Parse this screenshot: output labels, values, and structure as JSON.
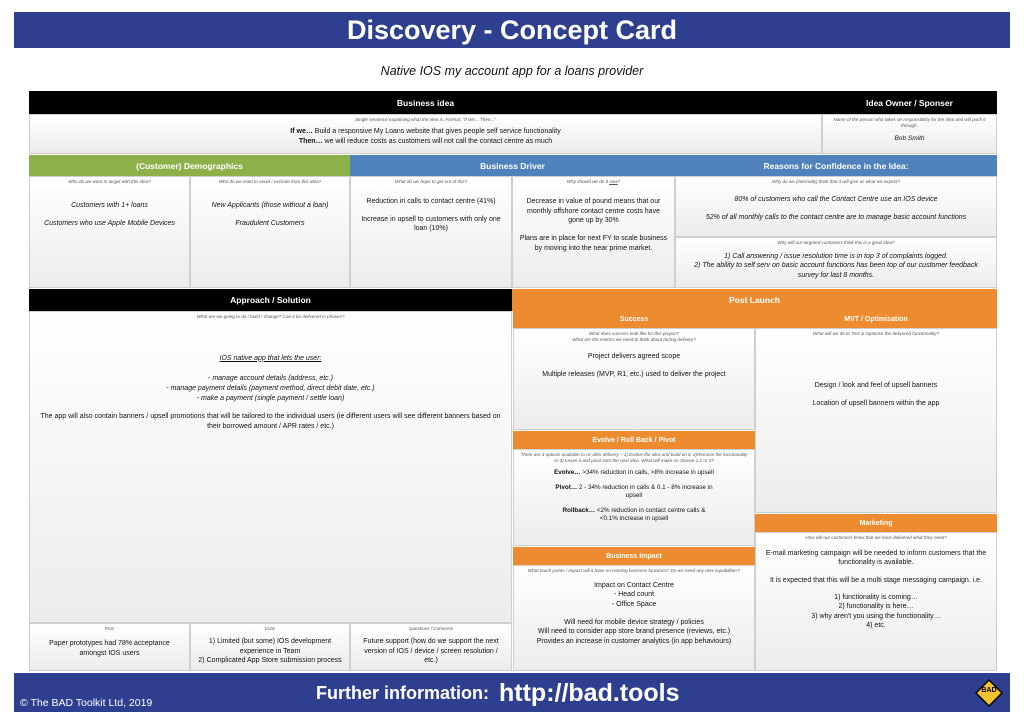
{
  "header": {
    "title": "Discovery - Concept Card"
  },
  "subtitle": "Native IOS my account app for a loans provider",
  "business_idea": {
    "label": "Business idea",
    "hint": "Single sentence explaining what the idea is.  Format:  \"If We... Then...\"",
    "if_lead": "If we…",
    "if_text": " Build a responsive My Loans website that gives people self service functionality",
    "then_lead": "Then…",
    "then_text": " we will reduce costs as customers will not call the contact centre as much"
  },
  "idea_owner": {
    "label": "Idea Owner / Sponser",
    "hint": "Name of the person who takes on responsibility for the idea and will push it through.",
    "name": "Bob Smith"
  },
  "demographics": {
    "label": "(Customer) Demographics",
    "target_hint": "Who do we want to target with this idea?",
    "target_items": [
      "Customers with 1+ loans",
      "Customers who use Apple Mobile Devices"
    ],
    "avoid_hint": "Who do we want to avoid / exclude from this idea?",
    "avoid_items": [
      "New Applicants (those without a loan)",
      "Fraudulent Customers"
    ]
  },
  "business_driver": {
    "label": "Business Driver",
    "hope_hint": "What do we hope to get out of this?",
    "hope_items": [
      "Reduction in calls to contact centre (41%)",
      "Increase in upsell to customers with only one loan (10%)"
    ],
    "why_hint_pre": "Why should we do it ",
    "why_hint_now": "now",
    "why_hint_post": "?",
    "why_items": [
      "Decrease in value of pound means that our monthly offshore contact centre costs have gone up by 30%",
      "Plans are in place for next FY to scale business by moving into the near prime market."
    ]
  },
  "confidence": {
    "label": "Reasons for Confidence in the Idea:",
    "hint1": "Why do we (internally) think that it will give us what we expect?",
    "items1": [
      "80% of customers who call the Contact Centre use an IOS device",
      "52% of all monthly calls to the contact centre are to manage basic account functions"
    ],
    "hint2": "Why will our targeted customers think this is a good idea?",
    "item2a": "1) Call answering / issue resolution time is in top 3 of complaints logged.",
    "item2b": "2) The ability to self serv on basic account functions has been top of our customer feedback survey for last 8 months."
  },
  "approach": {
    "label": "Approach / Solution",
    "hint": "What are we going to do / build / change? Can it be delivered in phases?",
    "heading": "IOS native app that lets the user:",
    "bullets": [
      "- manage account details (address, etc.)",
      "- manage payment details (payment method, direct debit date, etc.)",
      "- make a payment (single payment / settle loan)"
    ],
    "note": "The app will also contain banners / upsell promotions that will be tailored to the individual users (ie different users will see different banners based on their borrowed amount / APR rates / etc.)",
    "pros_label": "Pros",
    "pros_text": "Paper prototypes had 78% acceptance amongst IOS users",
    "cons_label": "Cons",
    "cons_items": [
      "1) Limited (but some) IOS development experience in Team",
      "2) Complicated App Store submission process"
    ],
    "questions_label": "Questions / Concerns",
    "questions_text": "Future support (how do we support the next version of IOS / device / screen resolution / etc.)"
  },
  "post_launch": {
    "label": "Post Launch",
    "success": {
      "label": "Success",
      "hint1": "What does success look like for this project?",
      "hint2": "What are the metrics we need to think about during delivery?",
      "items": [
        "Project delivers agreed scope",
        "Multiple releases (MVP, R1, etc.) used to deliver the project"
      ]
    },
    "mvt": {
      "label": "MVT / Optimisation",
      "hint": "What will we do to Test & Optimise the delivered functionality?",
      "items": [
        "Design / look and feel of upsell banners",
        "Location of upsell banners within the app"
      ]
    },
    "evolve": {
      "label": "Evolve / Roll Back / Pivot",
      "hint": "There are 3 options available to us after delivery – 1) Evolve the idea and build on it, 2)Remove the functionality or 3) Leave it and pivot onto the next idea. What will make us choose 1,2 or 3?",
      "evolve_lead": "Evolve…",
      "evolve_text": " >34% reduction in calls, >8% increase in upsell",
      "pivot_lead": "Pivot…",
      "pivot_text": " 2 - 34% reduction in calls & 0.1 - 8% increase in upsell",
      "rollback_lead": "Rollback…",
      "rollback_text": " <2% reduction in contact centre calls & <0.1% increase in upsell"
    },
    "marketing": {
      "label": "Marketing",
      "hint": "How will our customers know that we have delivered what they need?",
      "p1": "E-mail marketing campaign will be needed to inform customers that the functionality is available.",
      "p2": "It is expected that this will be a multi stage messaging campaign. i.e.",
      "list": [
        "1) functionality is coming…",
        "2) functionality is here…",
        "3) why aren't you using the functionality…",
        "4) etc."
      ]
    },
    "impact": {
      "label": "Business Impact",
      "hint": "What touch points / impact will it have on existing business functions? Do we need any new capabilities?",
      "heading": "Impact on Contact Centre",
      "sub": [
        "- Head count",
        "- Office Space"
      ],
      "items": [
        "Will need for mobile device strategy / policies",
        "Will need to consider app store brand presence (reviews, etc.)",
        "Provides an increase in customer analytics (in app behaviours)"
      ]
    }
  },
  "footer": {
    "copyright": "© The BAD Toolkit Ltd, 2019",
    "further_label": "Further information:",
    "url": "http://bad.tools",
    "badge": "BAD"
  },
  "colors": {
    "header": "#2f3f8f",
    "green": "#8eb04a",
    "blue": "#4f81bd",
    "orange": "#ec8b2f"
  }
}
